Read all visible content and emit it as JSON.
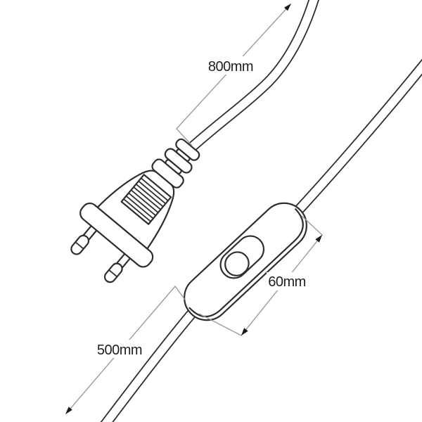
{
  "diagram": {
    "annotations": {
      "cable_plug_side": {
        "label": "800mm"
      },
      "switch_length": {
        "label": "60mm"
      },
      "cable_end_side": {
        "label": "500mm"
      }
    },
    "colors": {
      "outline": "#2e2e2e",
      "dimension_line": "#9c9c9c",
      "arrowhead": "#1a1a1a",
      "label_text": "#1f1f1f",
      "background": "#ffffff"
    }
  }
}
